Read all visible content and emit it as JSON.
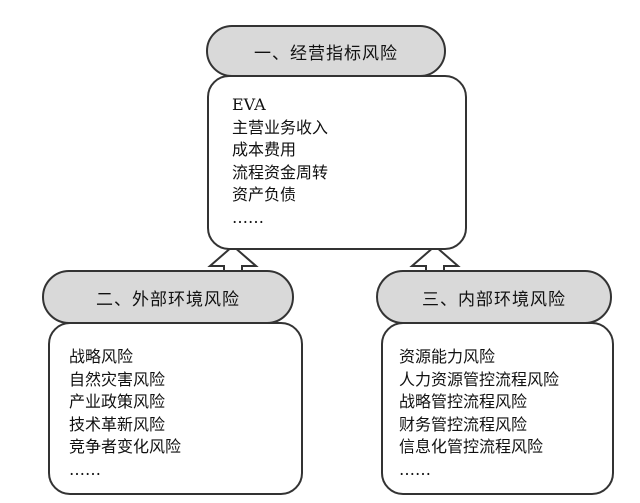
{
  "diagram": {
    "top": {
      "header": "一、经营指标风险",
      "items": [
        "EVA",
        "主营业务收入",
        "成本费用",
        "流程资金周转",
        "资产负债",
        "……"
      ]
    },
    "left": {
      "header": "二、外部环境风险",
      "items": [
        "战略风险",
        "自然灾害风险",
        "产业政策风险",
        "技术革新风险",
        "竞争者变化风险",
        "……"
      ]
    },
    "right": {
      "header": "三、内部环境风险",
      "items": [
        "资源能力风险",
        "人力资源管控流程风险",
        "战略管控流程风险",
        "财务管控流程风险",
        "信息化管控流程风险",
        "……"
      ]
    }
  },
  "colors": {
    "header_fill": "#d9d9d9",
    "border": "#333333",
    "arrow_fill": "#ffffff"
  }
}
